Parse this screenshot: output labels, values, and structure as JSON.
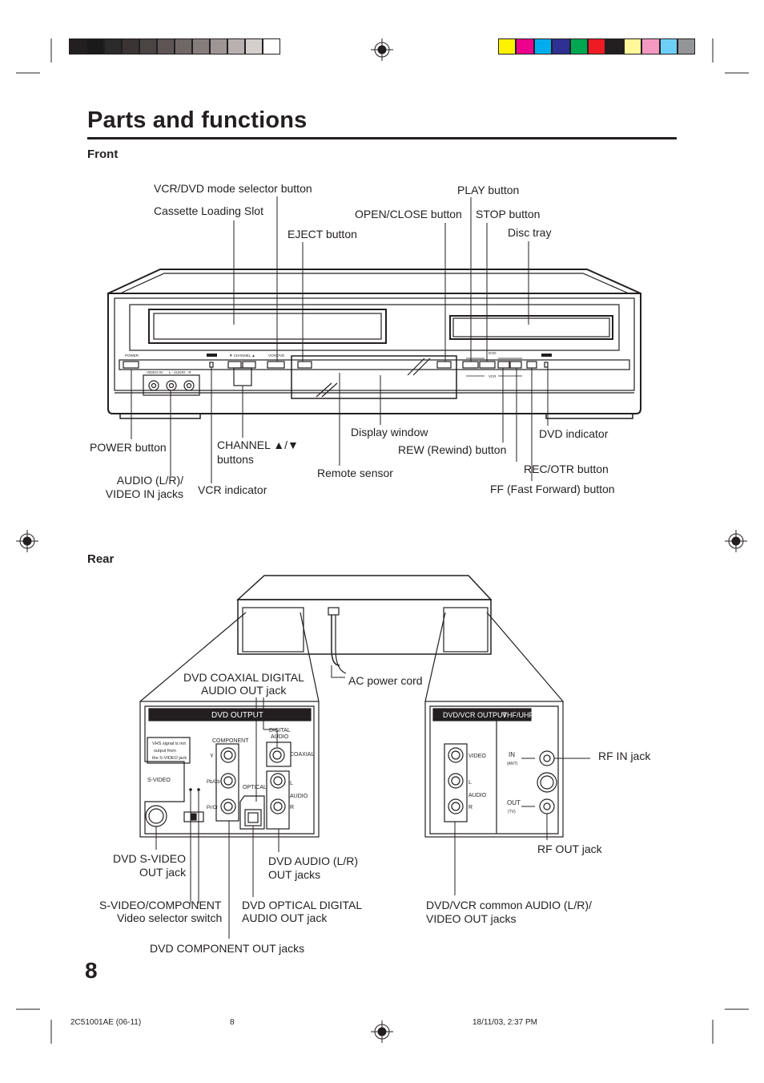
{
  "page": {
    "title": "Parts and functions",
    "page_number": "8",
    "footer_left": "2C51001AE (06-11)",
    "footer_center": "8",
    "footer_right": "18/11/03, 2:37 PM"
  },
  "front": {
    "heading": "Front",
    "labels": {
      "mode_selector": "VCR/DVD mode selector button",
      "cassette_slot": "Cassette Loading Slot",
      "eject": "EJECT button",
      "play": "PLAY button",
      "open_close": "OPEN/CLOSE button",
      "stop": "STOP button",
      "disc_tray": "Disc tray",
      "power": "POWER button",
      "channel_line1": "CHANNEL ▲/▼",
      "channel_line2": "buttons",
      "audio_in_line1": "AUDIO (L/R)/",
      "audio_in_line2": "VIDEO IN jacks",
      "vcr_indicator": "VCR indicator",
      "display_window": "Display window",
      "remote_sensor": "Remote sensor",
      "rew": "REW (Rewind) button",
      "dvd_indicator": "DVD indicator",
      "rec_otr": "REC/OTR button",
      "ff": "FF (Fast Forward) button"
    },
    "panel_text": {
      "power": "POWER",
      "vcr": "VCR",
      "channel": "▼ CHANNEL ▲",
      "vcrdvd": "VCR/DVD",
      "video_in": "VIDEO IN",
      "audio_in": "L - AUDIO - R",
      "dvd": "DVD",
      "dvd_small": "DVD",
      "vcr_small": "VCR"
    }
  },
  "rear": {
    "heading": "Rear",
    "labels": {
      "coaxial_line1": "DVD COAXIAL DIGITAL",
      "coaxial_line2": "AUDIO OUT jack",
      "ac_cord": "AC power cord",
      "rf_in": "RF IN jack",
      "rf_out": "RF OUT jack",
      "svideo_line1": "DVD S-VIDEO",
      "svideo_line2": "OUT jack",
      "dvd_audio_line1": "DVD AUDIO (L/R)",
      "dvd_audio_line2": "OUT jacks",
      "switch_line1": "S-VIDEO/COMPONENT",
      "switch_line2": "Video selector switch",
      "optical_line1": "DVD OPTICAL DIGITAL",
      "optical_line2": "AUDIO OUT jack",
      "common_line1": "DVD/VCR common AUDIO (L/R)/",
      "common_line2": "VIDEO OUT jacks",
      "component": "DVD COMPONENT OUT jacks"
    },
    "panel_text": {
      "dvd_output": "DVD OUTPUT",
      "vhs_note_1": "VHS signal is not",
      "vhs_note_2": "output from",
      "vhs_note_3": "the S-VIDEO jack",
      "component": "COMPONENT",
      "y": "Y",
      "pb": "Pb/Cb",
      "pr": "Pr/Cr",
      "svideo": "S-VIDEO",
      "digital_audio_1": "DIGITAL",
      "digital_audio_2": "AUDIO",
      "coaxial": "COAXIAL",
      "optical": "OPTICAL",
      "l": "L",
      "r": "R",
      "audio": "AUDIO",
      "dvdvcr_output": "DVD/VCR OUTPUT",
      "vhfuhf": "VHF/UHF",
      "video": "VIDEO",
      "in": "IN",
      "ant": "(ANT)",
      "out": "OUT",
      "tv": "(TV)"
    }
  },
  "colors": {
    "ink": "#231f20",
    "gray_bar": [
      "#231f20",
      "#1a1a1a",
      "#2b2b2b",
      "#3a3534",
      "#4a4443",
      "#5c5554",
      "#706867",
      "#857d7c",
      "#9e9695",
      "#b8b1b0",
      "#d4cecd",
      "#ffffff"
    ],
    "color_bar": [
      "#fff200",
      "#ec008c",
      "#00aeef",
      "#2e3192",
      "#00a651",
      "#ed1c24",
      "#231f20",
      "#fff799",
      "#f49ac1",
      "#6dcff6",
      "#939598"
    ]
  }
}
